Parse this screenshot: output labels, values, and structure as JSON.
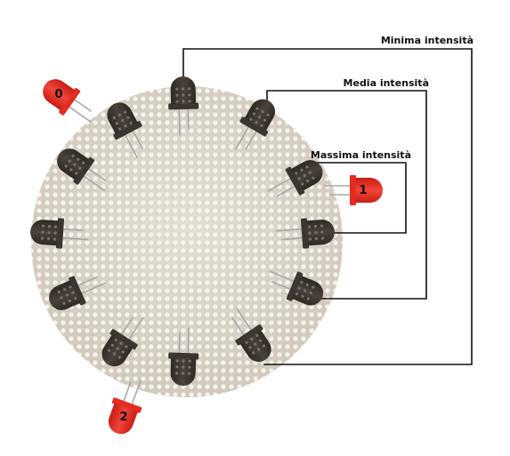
{
  "labels": {
    "minima": "Minima intensità",
    "media": "Media intensità",
    "massima": "Massima intensità"
  },
  "red_leds": [
    {
      "number": "0"
    },
    {
      "number": "1"
    },
    {
      "number": "2"
    }
  ],
  "colors": {
    "board": "#dcd6cc",
    "hole": "#f7f4ef",
    "dark_led": "#3d3630",
    "red_led": "#e52b20",
    "wire": "#111111",
    "leg": "#a8a8a8"
  }
}
